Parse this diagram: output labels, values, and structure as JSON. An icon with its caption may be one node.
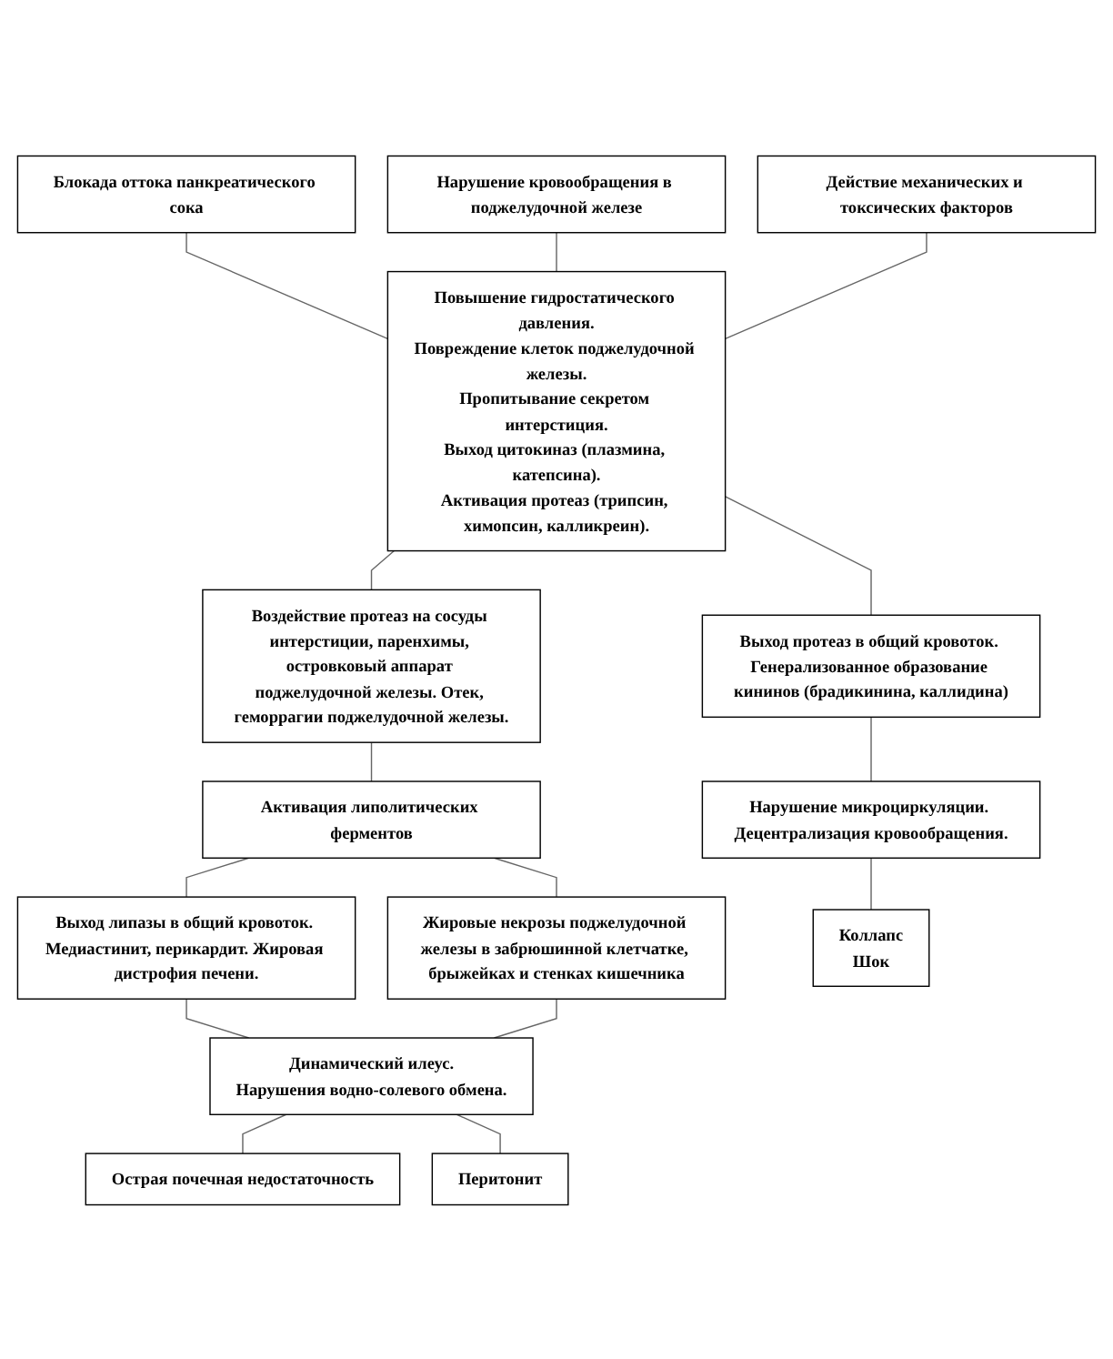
{
  "diagram": {
    "nodes": [
      {
        "text": [
          "Блокада оттока панкреатического сока"
        ]
      },
      {
        "text": [
          "Нарушение кровообращения в поджелудочной железе"
        ]
      },
      {
        "text": [
          "Действие механических и токсических факторов"
        ]
      },
      {
        "text": [
          "Повышение гидростатического давления.",
          "Повреждение клеток поджелудочной железы.",
          "Пропитывание секретом интерстиция.",
          "Выход цитокиназ (плазмина, катепсина).",
          "Активация протеаз (трипсин, химопсин, калликреин)."
        ]
      },
      {
        "text": [
          "Выход протеаз в общий кровоток. Генерализованное образование кининов (брадикинина, каллидина)"
        ]
      },
      {
        "text": [
          "Воздействие протеаз на сосуды интерстиции, паренхимы, островковый аппарат поджелудочной железы. Отек, геморрагии поджелудочной железы."
        ]
      },
      {
        "text": [
          "Активация липолитических ферментов"
        ]
      },
      {
        "text": [
          "Нарушение микроциркуляции. Децентрализация кровообращения."
        ]
      },
      {
        "text": [
          "Выход липазы в общий кровоток. Медиастинит, перикардит. Жировая дистрофия печени."
        ]
      },
      {
        "text": [
          "Жировые некрозы поджелудочной железы в забрюшинной клетчатке, брыжейках и стенках кишечника"
        ]
      },
      {
        "text": [
          "Динамический илеус.",
          "Нарушения водно-солевого обмена."
        ]
      },
      {
        "text": [
          "Коллапс",
          "Шок"
        ]
      },
      {
        "text": [
          "Острая почечная недостаточность"
        ]
      },
      {
        "text": [
          "Перитонит"
        ]
      }
    ],
    "edges": [
      {
        "from": 0,
        "to": 3,
        "arrow": "none"
      },
      {
        "from": 1,
        "to": 3,
        "arrow": "none"
      },
      {
        "from": 2,
        "to": 3,
        "arrow": "none"
      },
      {
        "from": 3,
        "to": 4,
        "arrow": "none"
      },
      {
        "from": 3,
        "to": 5,
        "arrow": "none"
      },
      {
        "from": 4,
        "to": 7,
        "arrow": "none"
      },
      {
        "from": 5,
        "to": 6,
        "arrow": "none"
      },
      {
        "from": 6,
        "to": 8,
        "arrow": "none"
      },
      {
        "from": 6,
        "to": 9,
        "arrow": "none"
      },
      {
        "from": 7,
        "to": 11,
        "arrow": "none"
      },
      {
        "from": 8,
        "to": 10,
        "arrow": "none"
      },
      {
        "from": 9,
        "to": 10,
        "arrow": "none"
      },
      {
        "from": 10,
        "to": 12,
        "arrow": "none"
      },
      {
        "from": 10,
        "to": 13,
        "arrow": "none"
      }
    ]
  }
}
